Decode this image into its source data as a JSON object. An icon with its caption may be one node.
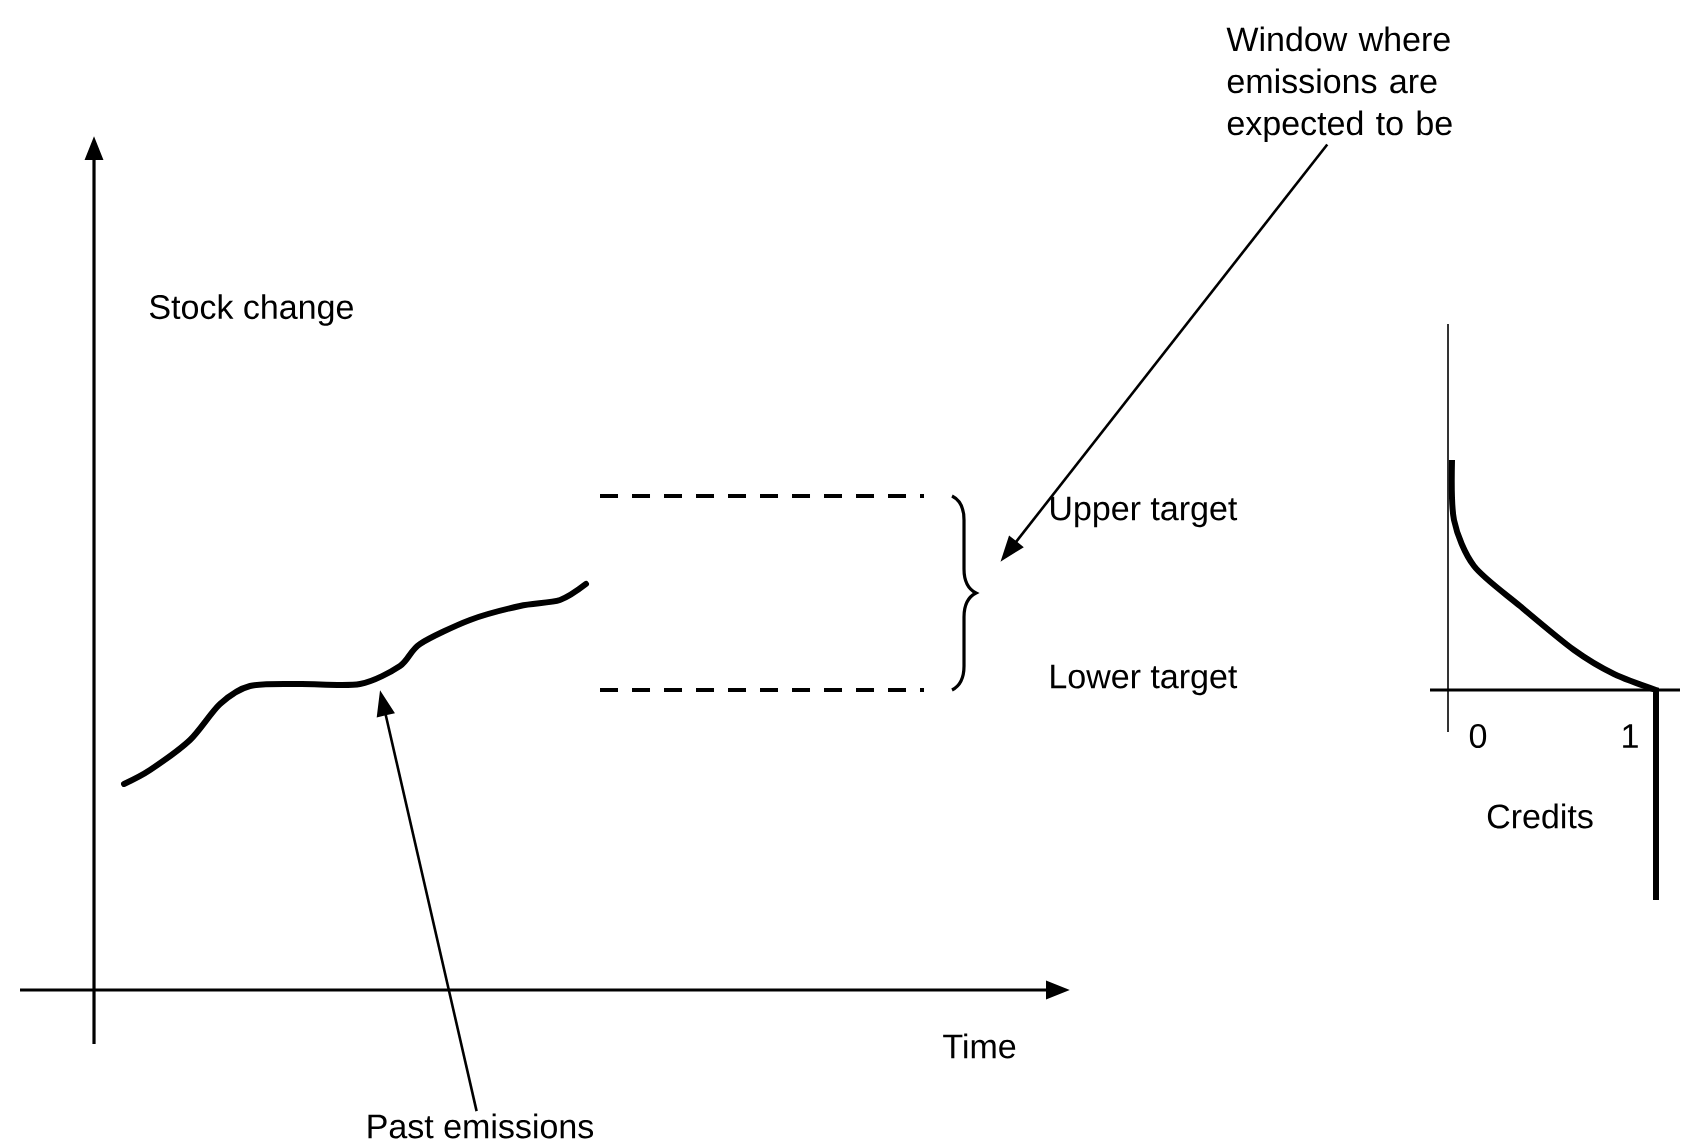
{
  "diagram": {
    "nodes": [
      {
        "text": [
          "Past emissions"
        ]
      },
      {
        "text": [
          "Window where emissions are expected to be"
        ]
      },
      {
        "text": [],
        "shape": "brace"
      }
    ],
    "edges": [
      {
        "from": 0,
        "to": null,
        "arrow": "to"
      },
      {
        "from": 1,
        "to": 2,
        "arrow": "to"
      }
    ],
    "labels": [
      "Stock change",
      "Time",
      "Upper target",
      "Lower target",
      "0",
      "1",
      "Credits"
    ]
  }
}
